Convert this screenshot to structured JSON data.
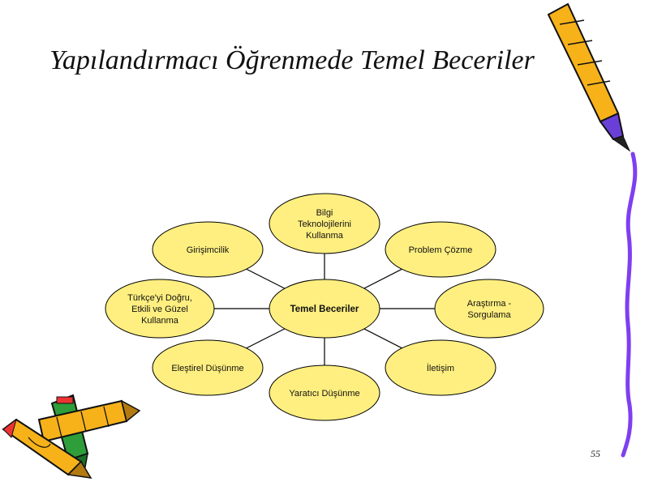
{
  "slide": {
    "title": "Yapılandırmacı Öğrenmede Temel Beceriler",
    "page_number": "55"
  },
  "diagram": {
    "center": {
      "label": "Temel Beceriler"
    },
    "nodes": [
      {
        "id": "bilgi",
        "lines": [
          "Bilgi",
          "Teknolojilerini",
          "Kullanma"
        ]
      },
      {
        "id": "problem",
        "lines": [
          "Problem Çözme"
        ]
      },
      {
        "id": "arastirma",
        "lines": [
          "Araştırma -",
          "Sorgulama"
        ]
      },
      {
        "id": "iletisim",
        "lines": [
          "İletişim"
        ]
      },
      {
        "id": "yaratici",
        "lines": [
          "Yaratıcı Düşünme"
        ]
      },
      {
        "id": "elestirel",
        "lines": [
          "Eleştirel Düşünme"
        ]
      },
      {
        "id": "turkce",
        "lines": [
          "Türkçe'yi Doğru,",
          "Etkili ve Güzel",
          "Kullanma"
        ]
      },
      {
        "id": "girisimcilik",
        "lines": [
          "Girişimcilik"
        ]
      }
    ],
    "colors": {
      "fill": "#FFEF80",
      "stroke": "#000000"
    }
  },
  "decorations": [
    {
      "name": "pencil-icon",
      "color": "#F7B21A"
    },
    {
      "name": "crayon-icon",
      "color": "#F7B21A"
    },
    {
      "name": "crayon-icon",
      "color": "#2E9E3A"
    },
    {
      "name": "swirl-line",
      "color": "#7E3FF2"
    }
  ]
}
